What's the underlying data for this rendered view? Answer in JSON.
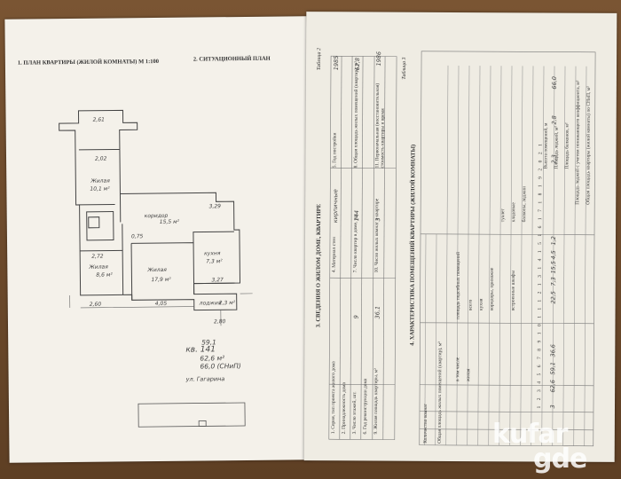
{
  "left_page": {
    "title_plan": "1. ПЛАН КВАРТИРЫ (ЖИЛОЙ КОМНАТЫ) М 1:100",
    "title_situation": "2. СИТУАЦИОННЫЙ ПЛАН",
    "rooms": {
      "top_room_label": "Жилая",
      "top_room_area": "10,1 м²",
      "corridor_label": "коридор",
      "corridor_area": "15,5 м²",
      "left_room_label": "Жилая",
      "left_room_area": "8,6 м²",
      "center_room_label": "Жилая",
      "center_room_area": "17,9 м²",
      "kitchen_label": "кухня",
      "kitchen_area": "7,3 м²",
      "balcony_label": "лоджия",
      "balcony_area": "2,3 м²"
    },
    "dims": {
      "d_top": "2,61",
      "d_a": "2,02",
      "d_b": "3,29",
      "d_c": "0,75",
      "d_d": "2,72",
      "d_e": "3,27",
      "d_f": "4,05",
      "d_g": "2,60",
      "d_h": "2,80"
    },
    "stamp": {
      "line1": "кв. 141",
      "line2": "59,1",
      "line3": "62,6 м²",
      "line4": "66,0 (СНиП)"
    },
    "street": "ул. Гагарина"
  },
  "right_page": {
    "table2_label": "Таблица 2",
    "section3_title": "3. СВЕДЕНИЯ О ЖИЛОМ ДОМЕ, КВАРТИРЕ",
    "table2": {
      "c1": "1. Серия, тип проекта жилого дома",
      "c2": "2. Принадлежность дома",
      "c3": "3. Число этажей, шт.",
      "c4": "4. Материал стен",
      "c5": "5. Год постройки",
      "c6": "6. Год реконструкции дома",
      "c7": "7. Число квартир в доме, шт.",
      "c8": "8. Общая площадь жилых помещений (квартир), м²",
      "c9": "9. Жилая площадь квартиры, м²",
      "c10": "10. Число жилых комнат в квартире",
      "c11": "11. Первоначальная (восстановительная) стоимость квартиры и время",
      "v3": "9",
      "v4": "кирпичные",
      "v5": "1985",
      "v7": "144",
      "v8": "62,8",
      "v9": "36,1",
      "v10": "3",
      "v11": "1986"
    },
    "table3_label": "Таблица 3",
    "section4_title": "4. ХАРАКТЕРИСТИКА ПОМЕЩЕНИЙ КВАРТИРЫ (ЖИЛОЙ КОМНАТЫ)",
    "table3_headers": {
      "h_total_rooms": "Количество комнат",
      "h_total_area": "Общая площадь жилых помещений (квартир), м²",
      "h_in_total": "в том числе",
      "h_living": "жилая",
      "h_aux": "площадь подсобных помещений",
      "h_kitchen": "кухня",
      "h_corridor": "коридоры, прихожие",
      "h_bath": "встроенные шкафы",
      "h_wc": "туалет",
      "h_storage": "кладовые",
      "h_bal": "балконы, лоджии",
      "h_total": "всего",
      "h_col_r1": "Высота помещений, м",
      "h_col_r2": "Площадь лоджий, м²",
      "h_col_r3": "Площадь балконов, м²",
      "h_col_r4": "Площадь лоджий с учетом понижающего коэффициента, м²",
      "h_col_r5": "Общая площадь квартиры (жилой комнаты) по СНиП, м²"
    },
    "col_nums": [
      "1",
      "2",
      "3",
      "4",
      "5",
      "6",
      "7",
      "8",
      "9",
      "10",
      "11",
      "12",
      "13",
      "14",
      "15",
      "16",
      "17",
      "18",
      "19",
      "20",
      "21"
    ],
    "row_values": {
      "v1": "3",
      "v2": "62,6",
      "v3": "59,1",
      "v4": "36,6",
      "v5": "22,5",
      "v6": "7,3",
      "v7": "15,5",
      "v8": "4,5",
      "v9": "1,2",
      "v10": "2,3",
      "v11": "2,8",
      "v12": "66,0"
    }
  },
  "watermark": {
    "line1": "kufar",
    "line2": "gde"
  }
}
